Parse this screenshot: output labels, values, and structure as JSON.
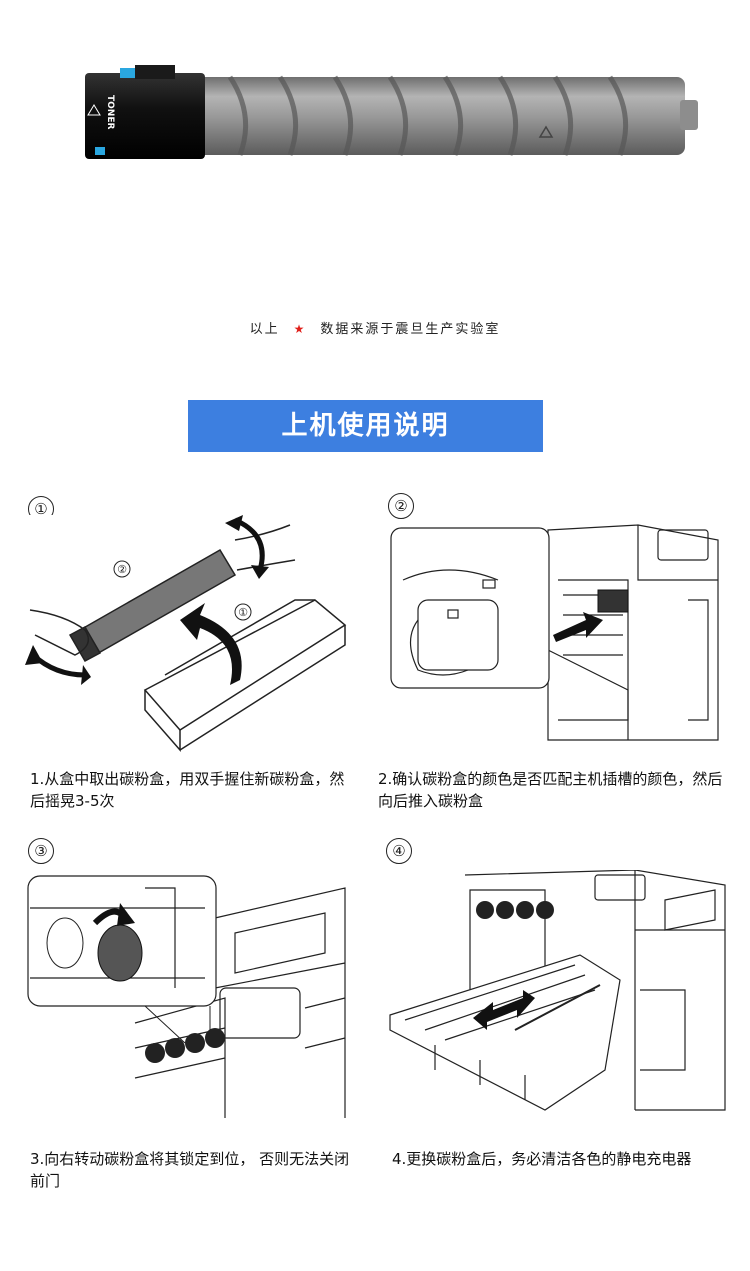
{
  "product": {
    "label_text": "TONER"
  },
  "caption": {
    "left": "以上",
    "right": "数据来源于震旦生产实验室"
  },
  "banner": {
    "title": "上机使用说明"
  },
  "illustration_labels": {
    "circle_1": "①",
    "circle_2": "②"
  },
  "steps": [
    {
      "number": "①",
      "text": "1.从盒中取出碳粉盒，用双手握住新碳粉盒，然后摇晃3-5次"
    },
    {
      "number": "②",
      "text": "2.确认碳粉盒的颜色是否匹配主机插槽的颜色，然后向后推入碳粉盒"
    },
    {
      "number": "③",
      "text": "3.向右转动碳粉盒将其锁定到位， 否则无法关闭前门"
    },
    {
      "number": "④",
      "text": "4.更换碳粉盒后，务必清洁各色的静电充电器"
    }
  ],
  "colors": {
    "banner": "#3d7fe0",
    "star": "#e0201b",
    "toner_body": "#8c8c8c",
    "toner_cap": "#151515",
    "accent_blue": "#2aa7e0"
  }
}
